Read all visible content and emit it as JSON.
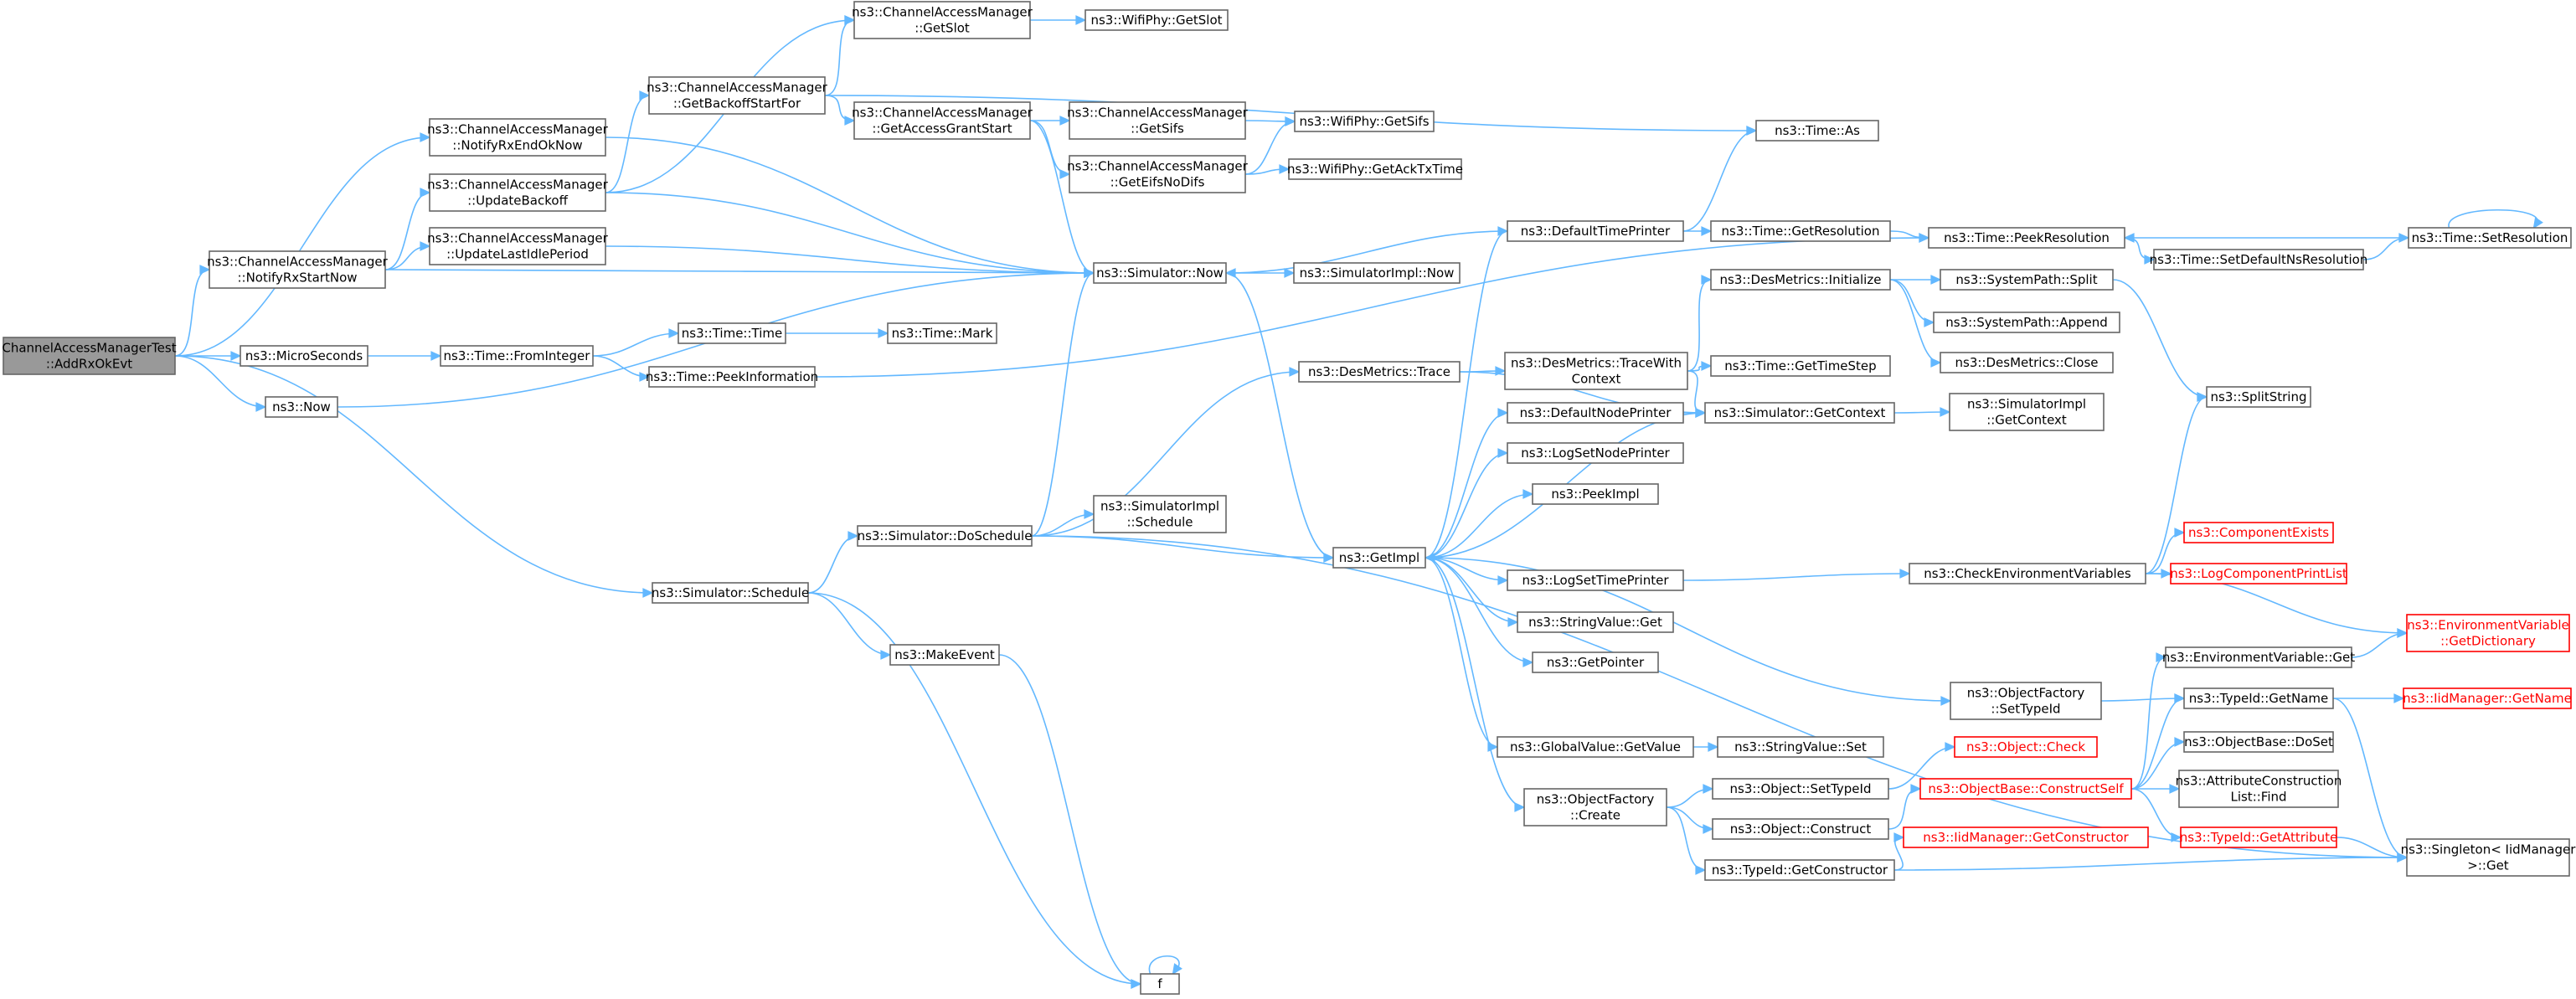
{
  "nodes": [
    {
      "id": "root",
      "lines": [
        "ChannelAccessManagerTest",
        "::AddRxOkEvt"
      ],
      "variant": "root"
    },
    {
      "id": "cam_notifyrxend",
      "lines": [
        "ns3::ChannelAccessManager",
        "::NotifyRxEndOkNow"
      ]
    },
    {
      "id": "cam_notifyrxstart",
      "lines": [
        "ns3::ChannelAccessManager",
        "::NotifyRxStartNow"
      ]
    },
    {
      "id": "microseconds",
      "lines": [
        "ns3::MicroSeconds"
      ]
    },
    {
      "id": "now",
      "lines": [
        "ns3::Now"
      ]
    },
    {
      "id": "sim_schedule",
      "lines": [
        "ns3::Simulator::Schedule"
      ]
    },
    {
      "id": "cam_updatebackoff",
      "lines": [
        "ns3::ChannelAccessManager",
        "::UpdateBackoff"
      ]
    },
    {
      "id": "cam_updatelastidle",
      "lines": [
        "ns3::ChannelAccessManager",
        "::UpdateLastIdlePeriod"
      ]
    },
    {
      "id": "cam_getbackoffstart",
      "lines": [
        "ns3::ChannelAccessManager",
        "::GetBackoffStartFor"
      ]
    },
    {
      "id": "cam_getslot",
      "lines": [
        "ns3::ChannelAccessManager",
        "::GetSlot"
      ]
    },
    {
      "id": "cam_getaccessgrant",
      "lines": [
        "ns3::ChannelAccessManager",
        "::GetAccessGrantStart"
      ]
    },
    {
      "id": "time_frominteger",
      "lines": [
        "ns3::Time::FromInteger"
      ]
    },
    {
      "id": "time_time",
      "lines": [
        "ns3::Time::Time"
      ]
    },
    {
      "id": "time_peekinfo",
      "lines": [
        "ns3::Time::PeekInformation"
      ]
    },
    {
      "id": "time_mark",
      "lines": [
        "ns3::Time::Mark"
      ]
    },
    {
      "id": "wifiphy_getslot",
      "lines": [
        "ns3::WifiPhy::GetSlot"
      ]
    },
    {
      "id": "cam_getsifs",
      "lines": [
        "ns3::ChannelAccessManager",
        "::GetSifs"
      ]
    },
    {
      "id": "cam_geteifs",
      "lines": [
        "ns3::ChannelAccessManager",
        "::GetEifsNoDifs"
      ]
    },
    {
      "id": "wifiphy_getsifs",
      "lines": [
        "ns3::WifiPhy::GetSifs"
      ]
    },
    {
      "id": "wifiphy_getacktx",
      "lines": [
        "ns3::WifiPhy::GetAckTxTime"
      ]
    },
    {
      "id": "sim_now",
      "lines": [
        "ns3::Simulator::Now"
      ]
    },
    {
      "id": "simimpl_now",
      "lines": [
        "ns3::SimulatorImpl::Now"
      ]
    },
    {
      "id": "sim_doschedule",
      "lines": [
        "ns3::Simulator::DoSchedule"
      ]
    },
    {
      "id": "makeevent",
      "lines": [
        "ns3::MakeEvent"
      ]
    },
    {
      "id": "f",
      "lines": [
        "f"
      ]
    },
    {
      "id": "simimpl_schedule",
      "lines": [
        "ns3::SimulatorImpl",
        "::Schedule"
      ]
    },
    {
      "id": "getimpl",
      "lines": [
        "ns3::GetImpl"
      ]
    },
    {
      "id": "desmetrics_trace",
      "lines": [
        "ns3::DesMetrics::Trace"
      ]
    },
    {
      "id": "defaulttimeprinter",
      "lines": [
        "ns3::DefaultTimePrinter"
      ]
    },
    {
      "id": "desmetrics_tracewith",
      "lines": [
        "ns3::DesMetrics::TraceWith",
        "Context"
      ]
    },
    {
      "id": "defaultnodeprinter",
      "lines": [
        "ns3::DefaultNodePrinter"
      ]
    },
    {
      "id": "logsetnodeprinter",
      "lines": [
        "ns3::LogSetNodePrinter"
      ]
    },
    {
      "id": "peekimpl",
      "lines": [
        "ns3::PeekImpl"
      ]
    },
    {
      "id": "logsettimeprinter",
      "lines": [
        "ns3::LogSetTimePrinter"
      ]
    },
    {
      "id": "stringvalue_get",
      "lines": [
        "ns3::StringValue::Get"
      ]
    },
    {
      "id": "getpointer",
      "lines": [
        "ns3::GetPointer"
      ]
    },
    {
      "id": "globalvalue_getvalue",
      "lines": [
        "ns3::GlobalValue::GetValue"
      ]
    },
    {
      "id": "objectfactory_create",
      "lines": [
        "ns3::ObjectFactory",
        "::Create"
      ]
    },
    {
      "id": "time_as",
      "lines": [
        "ns3::Time::As"
      ]
    },
    {
      "id": "time_getresolution",
      "lines": [
        "ns3::Time::GetResolution"
      ]
    },
    {
      "id": "desmetrics_initialize",
      "lines": [
        "ns3::DesMetrics::Initialize"
      ]
    },
    {
      "id": "time_gettimestep",
      "lines": [
        "ns3::Time::GetTimeStep"
      ]
    },
    {
      "id": "sim_getcontext",
      "lines": [
        "ns3::Simulator::GetContext"
      ]
    },
    {
      "id": "stringvalue_set",
      "lines": [
        "ns3::StringValue::Set"
      ]
    },
    {
      "id": "object_settypeid",
      "lines": [
        "ns3::Object::SetTypeId"
      ]
    },
    {
      "id": "object_construct",
      "lines": [
        "ns3::Object::Construct"
      ]
    },
    {
      "id": "typeid_getconstructor",
      "lines": [
        "ns3::TypeId::GetConstructor"
      ]
    },
    {
      "id": "time_peekresolution",
      "lines": [
        "ns3::Time::PeekResolution"
      ]
    },
    {
      "id": "systempath_split",
      "lines": [
        "ns3::SystemPath::Split"
      ]
    },
    {
      "id": "systempath_append",
      "lines": [
        "ns3::SystemPath::Append"
      ]
    },
    {
      "id": "desmetrics_close",
      "lines": [
        "ns3::DesMetrics::Close"
      ]
    },
    {
      "id": "simimpl_getcontext",
      "lines": [
        "ns3::SimulatorImpl",
        "::GetContext"
      ]
    },
    {
      "id": "checkenvvars",
      "lines": [
        "ns3::CheckEnvironmentVariables"
      ]
    },
    {
      "id": "objectfactory_settypeid",
      "lines": [
        "ns3::ObjectFactory",
        "::SetTypeId"
      ]
    },
    {
      "id": "object_check",
      "lines": [
        "ns3::Object::Check"
      ],
      "variant": "warn"
    },
    {
      "id": "objectbase_constructself",
      "lines": [
        "ns3::ObjectBase::ConstructSelf"
      ],
      "variant": "warn"
    },
    {
      "id": "iidmanager_getconstructor",
      "lines": [
        "ns3::IidManager::GetConstructor"
      ],
      "variant": "warn"
    },
    {
      "id": "time_setdefaultns",
      "lines": [
        "ns3::Time::SetDefaultNsResolution"
      ]
    },
    {
      "id": "time_setresolution",
      "lines": [
        "ns3::Time::SetResolution"
      ]
    },
    {
      "id": "splitstring",
      "lines": [
        "ns3::SplitString"
      ]
    },
    {
      "id": "componentexists",
      "lines": [
        "ns3::ComponentExists"
      ],
      "variant": "warn"
    },
    {
      "id": "logcomponentprintlist",
      "lines": [
        "ns3::LogComponentPrintList"
      ],
      "variant": "warn"
    },
    {
      "id": "envvar_get",
      "lines": [
        "ns3::EnvironmentVariable::Get"
      ]
    },
    {
      "id": "typeid_getname",
      "lines": [
        "ns3::TypeId::GetName"
      ]
    },
    {
      "id": "objectbase_doset",
      "lines": [
        "ns3::ObjectBase::DoSet"
      ]
    },
    {
      "id": "attrconstruction_find",
      "lines": [
        "ns3::AttributeConstruction",
        "List::Find"
      ]
    },
    {
      "id": "typeid_getattribute",
      "lines": [
        "ns3::TypeId::GetAttribute"
      ],
      "variant": "warn"
    },
    {
      "id": "envvar_getdictionary",
      "lines": [
        "ns3::EnvironmentVariable",
        "::GetDictionary"
      ],
      "variant": "warn"
    },
    {
      "id": "iidmanager_getname",
      "lines": [
        "ns3::IidManager::GetName"
      ],
      "variant": "warn"
    },
    {
      "id": "singleton_get",
      "lines": [
        "ns3::Singleton< IidManager",
        ">::Get"
      ]
    }
  ],
  "edges": [
    [
      "root",
      "cam_notifyrxend"
    ],
    [
      "root",
      "cam_notifyrxstart"
    ],
    [
      "root",
      "microseconds"
    ],
    [
      "root",
      "now"
    ],
    [
      "root",
      "sim_schedule"
    ],
    [
      "cam_notifyrxend",
      "sim_now"
    ],
    [
      "cam_notifyrxstart",
      "cam_updatebackoff"
    ],
    [
      "cam_notifyrxstart",
      "cam_updatelastidle"
    ],
    [
      "cam_notifyrxstart",
      "sim_now"
    ],
    [
      "cam_updatebackoff",
      "cam_getbackoffstart"
    ],
    [
      "cam_updatebackoff",
      "cam_getslot"
    ],
    [
      "cam_updatebackoff",
      "sim_now"
    ],
    [
      "cam_updatelastidle",
      "sim_now"
    ],
    [
      "cam_getbackoffstart",
      "cam_getslot"
    ],
    [
      "cam_getbackoffstart",
      "cam_getaccessgrant"
    ],
    [
      "cam_getbackoffstart",
      "time_as"
    ],
    [
      "cam_getslot",
      "wifiphy_getslot"
    ],
    [
      "cam_getaccessgrant",
      "cam_getsifs"
    ],
    [
      "cam_getaccessgrant",
      "cam_geteifs"
    ],
    [
      "cam_getaccessgrant",
      "sim_now"
    ],
    [
      "cam_getsifs",
      "wifiphy_getsifs"
    ],
    [
      "cam_geteifs",
      "wifiphy_getsifs"
    ],
    [
      "cam_geteifs",
      "wifiphy_getacktx"
    ],
    [
      "microseconds",
      "time_frominteger"
    ],
    [
      "time_frominteger",
      "time_time"
    ],
    [
      "time_frominteger",
      "time_peekinfo"
    ],
    [
      "time_time",
      "time_mark"
    ],
    [
      "time_peekinfo",
      "time_peekresolution"
    ],
    [
      "now",
      "sim_now"
    ],
    [
      "sim_schedule",
      "sim_doschedule"
    ],
    [
      "sim_schedule",
      "makeevent"
    ],
    [
      "sim_schedule",
      "f"
    ],
    [
      "sim_now",
      "simimpl_now"
    ],
    [
      "sim_now",
      "getimpl"
    ],
    [
      "sim_doschedule",
      "sim_now"
    ],
    [
      "sim_doschedule",
      "simimpl_schedule"
    ],
    [
      "sim_doschedule",
      "getimpl"
    ],
    [
      "sim_doschedule",
      "desmetrics_trace"
    ],
    [
      "sim_doschedule",
      "singleton_get"
    ],
    [
      "makeevent",
      "f"
    ],
    [
      "f",
      "f"
    ],
    [
      "getimpl",
      "defaulttimeprinter"
    ],
    [
      "getimpl",
      "defaultnodeprinter"
    ],
    [
      "getimpl",
      "logsetnodeprinter"
    ],
    [
      "getimpl",
      "peekimpl"
    ],
    [
      "getimpl",
      "logsettimeprinter"
    ],
    [
      "getimpl",
      "stringvalue_get"
    ],
    [
      "getimpl",
      "getpointer"
    ],
    [
      "getimpl",
      "globalvalue_getvalue"
    ],
    [
      "getimpl",
      "objectfactory_create"
    ],
    [
      "getimpl",
      "objectfactory_settypeid"
    ],
    [
      "desmetrics_trace",
      "desmetrics_tracewith"
    ],
    [
      "desmetrics_trace",
      "sim_getcontext"
    ],
    [
      "defaulttimeprinter",
      "sim_now"
    ],
    [
      "defaulttimeprinter",
      "time_as"
    ],
    [
      "defaulttimeprinter",
      "time_getresolution"
    ],
    [
      "desmetrics_tracewith",
      "desmetrics_initialize"
    ],
    [
      "desmetrics_tracewith",
      "time_gettimestep"
    ],
    [
      "desmetrics_tracewith",
      "sim_getcontext"
    ],
    [
      "defaultnodeprinter",
      "sim_getcontext"
    ],
    [
      "logsettimeprinter",
      "checkenvvars"
    ],
    [
      "globalvalue_getvalue",
      "stringvalue_set"
    ],
    [
      "objectfactory_create",
      "object_settypeid"
    ],
    [
      "objectfactory_create",
      "object_construct"
    ],
    [
      "objectfactory_create",
      "typeid_getconstructor"
    ],
    [
      "time_getresolution",
      "time_peekresolution"
    ],
    [
      "desmetrics_initialize",
      "systempath_split"
    ],
    [
      "desmetrics_initialize",
      "systempath_append"
    ],
    [
      "desmetrics_initialize",
      "desmetrics_close"
    ],
    [
      "sim_getcontext",
      "simimpl_getcontext"
    ],
    [
      "sim_getcontext",
      "getimpl"
    ],
    [
      "object_settypeid",
      "object_check"
    ],
    [
      "object_construct",
      "objectbase_constructself"
    ],
    [
      "typeid_getconstructor",
      "iidmanager_getconstructor"
    ],
    [
      "typeid_getconstructor",
      "singleton_get"
    ],
    [
      "time_peekresolution",
      "time_setdefaultns"
    ],
    [
      "time_setdefaultns",
      "time_setresolution"
    ],
    [
      "time_setresolution",
      "time_peekresolution"
    ],
    [
      "time_setresolution",
      "time_setresolution"
    ],
    [
      "systempath_split",
      "splitstring"
    ],
    [
      "checkenvvars",
      "splitstring"
    ],
    [
      "checkenvvars",
      "componentexists"
    ],
    [
      "checkenvvars",
      "logcomponentprintlist"
    ],
    [
      "checkenvvars",
      "envvar_getdictionary"
    ],
    [
      "objectfactory_settypeid",
      "typeid_getname"
    ],
    [
      "objectbase_constructself",
      "envvar_get"
    ],
    [
      "objectbase_constructself",
      "typeid_getname"
    ],
    [
      "objectbase_constructself",
      "objectbase_doset"
    ],
    [
      "objectbase_constructself",
      "attrconstruction_find"
    ],
    [
      "objectbase_constructself",
      "typeid_getattribute"
    ],
    [
      "envvar_get",
      "envvar_getdictionary"
    ],
    [
      "typeid_getname",
      "iidmanager_getname"
    ],
    [
      "typeid_getname",
      "singleton_get"
    ],
    [
      "typeid_getattribute",
      "singleton_get"
    ]
  ]
}
